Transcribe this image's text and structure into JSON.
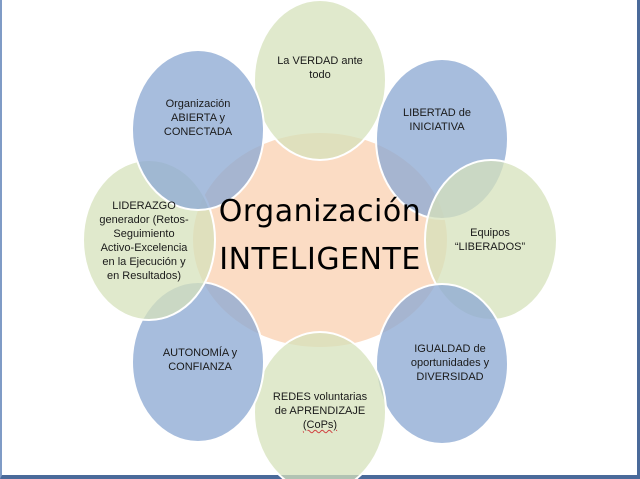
{
  "diagram": {
    "type": "radial-cycle",
    "center": {
      "line1": "Organización",
      "line2": "INTELIGENTE",
      "color": "#fbdcc4"
    },
    "colors": {
      "green": "#dfe8cb",
      "blue": "#a7bedd",
      "stroke": "#ffffff",
      "border_light": "#7f9bc6",
      "border_dark": "#4a6a9a"
    },
    "nodes": [
      {
        "id": "verdad",
        "lines": [
          "La VERDAD ante",
          "todo"
        ],
        "color": "green"
      },
      {
        "id": "libertad",
        "lines": [
          "LIBERTAD de",
          "INICIATIVA"
        ],
        "color": "blue"
      },
      {
        "id": "equipos",
        "lines": [
          "Equipos",
          "“LIBERADOS”"
        ],
        "color": "green"
      },
      {
        "id": "igualdad",
        "lines": [
          "IGUALDAD de",
          "oportunidades  y",
          "DIVERSIDAD"
        ],
        "color": "blue"
      },
      {
        "id": "redes",
        "lines": [
          "REDES voluntarias",
          "de APRENDIZAJE",
          "(CoPs)"
        ],
        "color": "green"
      },
      {
        "id": "autonomia",
        "lines": [
          "AUTONOMÍA y",
          "CONFIANZA"
        ],
        "color": "blue"
      },
      {
        "id": "liderazgo",
        "lines": [
          "LIDERAZGO",
          "generador (Retos-",
          "Seguimiento",
          "Activo-Excelencia",
          "en la Ejecución y",
          "en Resultados)"
        ],
        "color": "green"
      },
      {
        "id": "abierta",
        "lines": [
          "Organización",
          "ABIERTA y",
          "CONECTADA"
        ],
        "color": "blue"
      }
    ]
  }
}
